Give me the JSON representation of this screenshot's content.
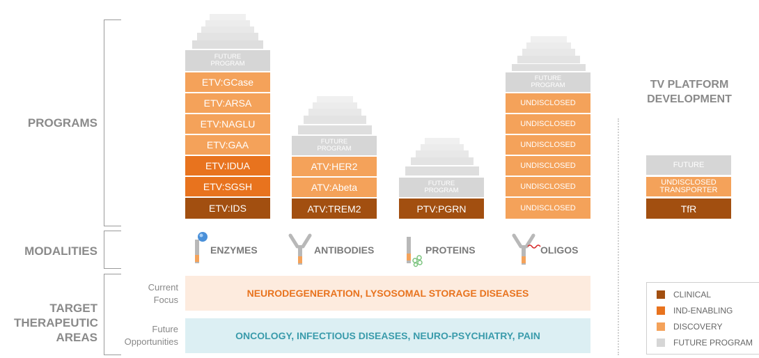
{
  "row_labels": {
    "programs": "PROGRAMS",
    "modalities": "MODALITIES",
    "target_line1": "TARGET",
    "target_line2": "THERAPEUTIC",
    "target_line3": "AREAS"
  },
  "platform_title_line1": "TV PLATFORM",
  "platform_title_line2": "DEVELOPMENT",
  "future_program_line1": "FUTURE",
  "future_program_line2": "PROGRAM",
  "columns": {
    "etv": [
      "ETV:GCase",
      "ETV:ARSA",
      "ETV:NAGLU",
      "ETV:GAA",
      "ETV:IDUA",
      "ETV:SGSH",
      "ETV:IDS"
    ],
    "atv": [
      "ATV:HER2",
      "ATV:Abeta",
      "ATV:TREM2"
    ],
    "ptv": [
      "PTV:PGRN"
    ],
    "oligo": [
      "UNDISCLOSED",
      "UNDISCLOSED",
      "UNDISCLOSED",
      "UNDISCLOSED",
      "UNDISCLOSED",
      "UNDISCLOSED"
    ]
  },
  "platform": {
    "future": "FUTURE",
    "undisclosed_line1": "UNDISCLOSED",
    "undisclosed_line2": "TRANSPORTER",
    "tfr": "TfR"
  },
  "modalities": [
    "ENZYMES",
    "ANTIBODIES",
    "PROTEINS",
    "OLIGOS"
  ],
  "areas": {
    "current_line1": "Current",
    "current_line2": "Focus",
    "current_text": "NEURODEGENERATION, LYSOSOMAL STORAGE DISEASES",
    "future_line1": "Future",
    "future_line2": "Opportunities",
    "future_text": "ONCOLOGY, INFECTIOUS DISEASES, NEURO-PSYCHIATRY, PAIN"
  },
  "legend": [
    "CLINICAL",
    "IND-ENABLING",
    "DISCOVERY",
    "FUTURE PROGRAM"
  ],
  "colors": {
    "clinical": "#a24f10",
    "ind_enabling": "#e8731e",
    "discovery": "#f4a25a",
    "future": "#d6d6d6",
    "current_bg": "#fdebde",
    "current_text": "#e8731e",
    "future_bg": "#dceff3",
    "future_text": "#3a9bab"
  }
}
